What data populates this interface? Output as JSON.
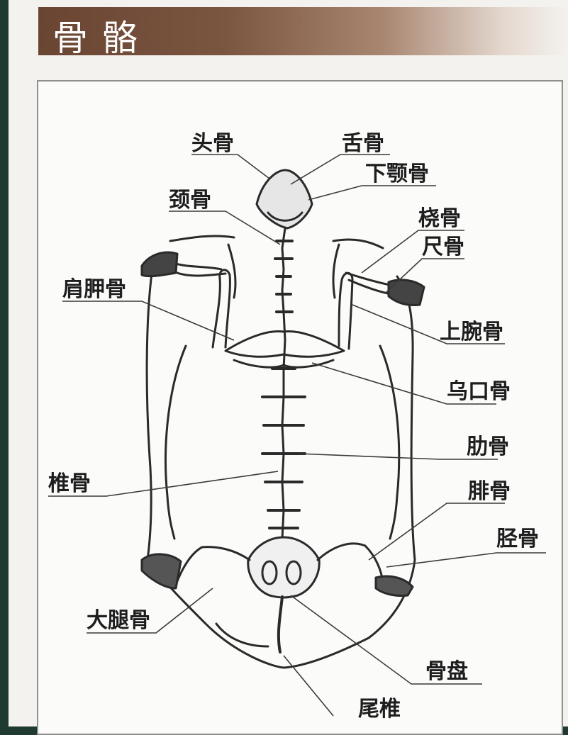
{
  "title": "骨骼",
  "labels": {
    "toutou": "头骨",
    "shegu": "舌骨",
    "xiahegu": "下颚骨",
    "jinggu": "颈骨",
    "raogu": "桡骨",
    "chigu": "尺骨",
    "jianjiagu": "肩胛骨",
    "shangwangu": "上腕骨",
    "wukougu": "乌口骨",
    "leigu": "肋骨",
    "zhuigu": "椎骨",
    "feigu": "腓骨",
    "jinggu2": "胫骨",
    "datuigu": "大腿骨",
    "gupan": "骨盘",
    "weizhui": "尾椎"
  },
  "colors": {
    "line": "#2a2a2a",
    "title_bg": "#6a4532"
  }
}
